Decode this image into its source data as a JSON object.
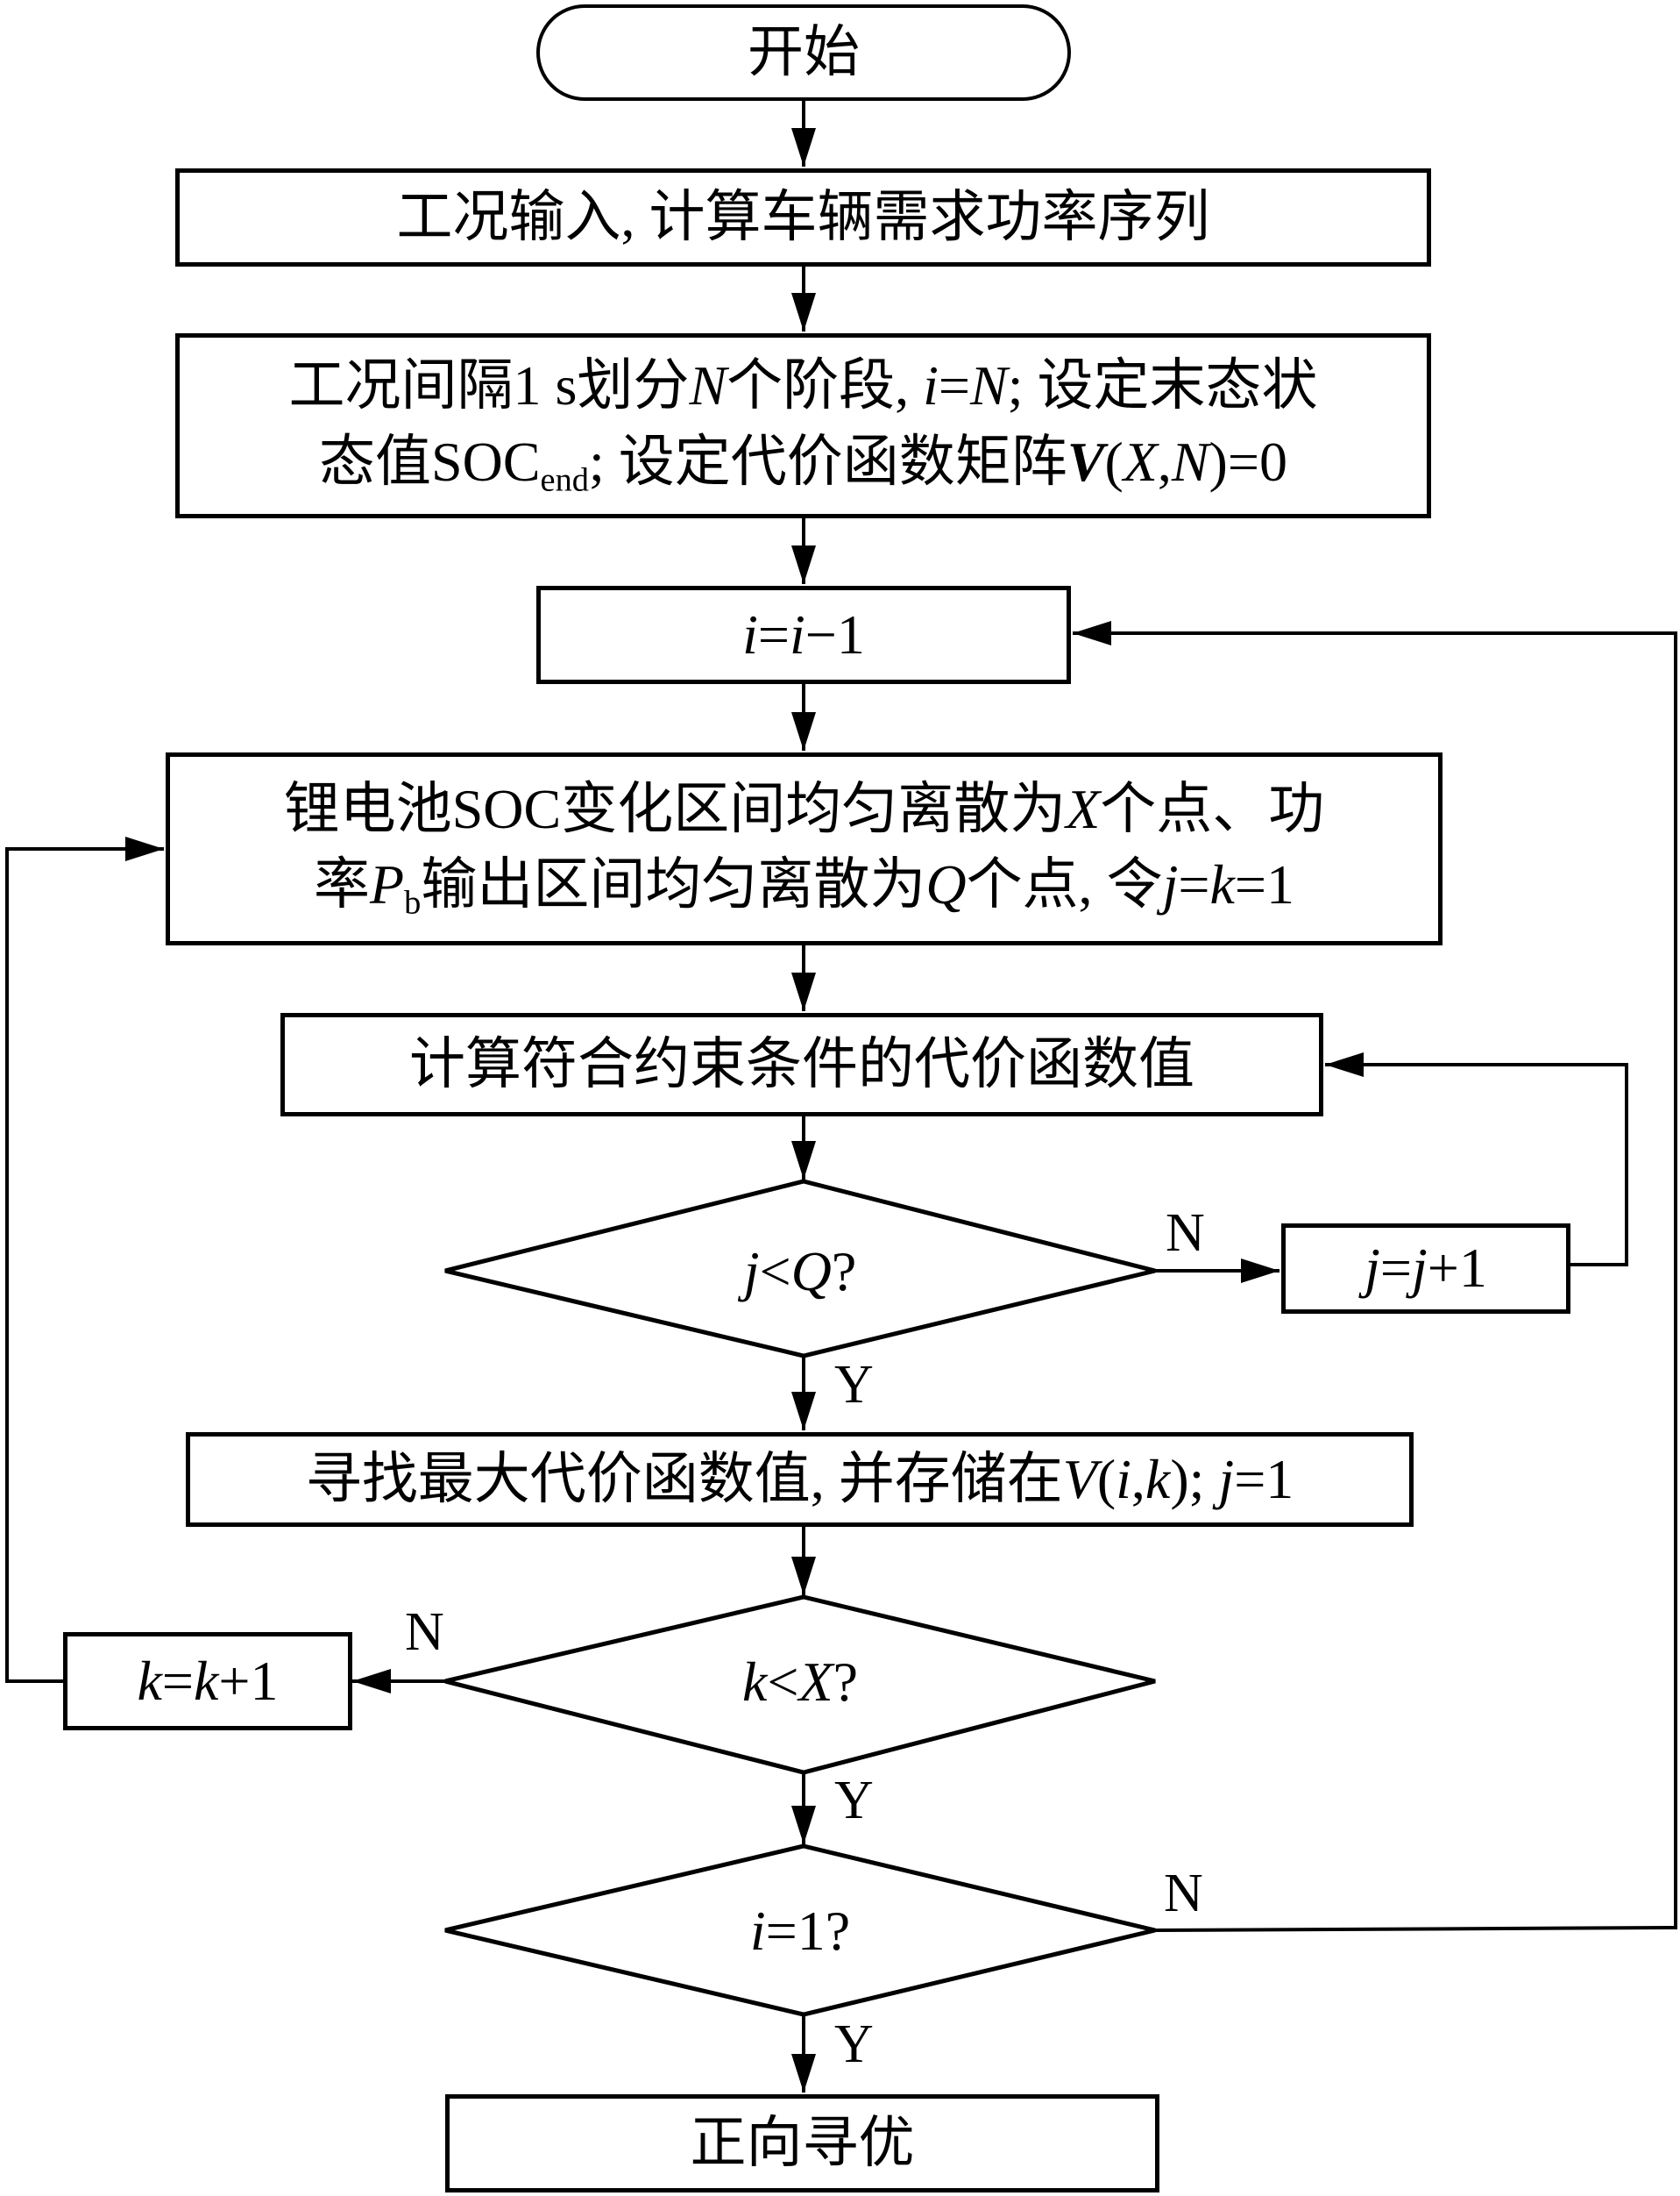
{
  "nodes": {
    "start": "开始",
    "input": "工况输入, 计算车辆需求功率序列",
    "init_line1_a": "工况间隔1 s划分",
    "init_line1_N": "N",
    "init_line1_b": "个阶段, ",
    "init_line1_i": "i",
    "init_line1_eq": "=",
    "init_line1_N2": "N",
    "init_line1_c": "; 设定末态状",
    "init_line2_a": "态值SOC",
    "init_line2_sub": "end",
    "init_line2_b": "; 设定代价函数矩阵",
    "init_line2_V": "V",
    "init_line2_c": "(",
    "init_line2_X": "X",
    "init_line2_comma": ",",
    "init_line2_N": "N",
    "init_line2_d": ")=0",
    "step_i_a": "i",
    "step_i_b": "=",
    "step_i_c": "i",
    "step_i_d": "−1",
    "discrete_line1_a": "锂电池SOC变化区间均匀离散为",
    "discrete_line1_X": "X",
    "discrete_line1_b": "个点、功",
    "discrete_line2_a": "率",
    "discrete_line2_P": "P",
    "discrete_line2_sub": "b",
    "discrete_line2_b": "输出区间均匀离散为",
    "discrete_line2_Q": "Q",
    "discrete_line2_c": "个点, 令",
    "discrete_line2_j": "j",
    "discrete_line2_eq1": "=",
    "discrete_line2_k": "k",
    "discrete_line2_d": "=1",
    "compute": "计算符合约束条件的代价函数值",
    "cond_j_a": "j",
    "cond_j_b": "<",
    "cond_j_c": "Q",
    "cond_j_d": "?",
    "inc_j_a": "j",
    "inc_j_b": "=",
    "inc_j_c": "j",
    "inc_j_d": "+1",
    "store_a": "寻找最大代价函数值, 并存储在",
    "store_V": "V",
    "store_b": "(",
    "store_i": "i",
    "store_c": ",",
    "store_k": "k",
    "store_d": "); ",
    "store_j": "j",
    "store_e": "=1",
    "cond_k_a": "k",
    "cond_k_b": "<",
    "cond_k_c": "X",
    "cond_k_d": "?",
    "inc_k_a": "k",
    "inc_k_b": "=",
    "inc_k_c": "k",
    "inc_k_d": "+1",
    "cond_i_a": "i",
    "cond_i_b": "=1?",
    "end": "正向寻优"
  },
  "labels": {
    "yes": "Y",
    "no": "N"
  }
}
